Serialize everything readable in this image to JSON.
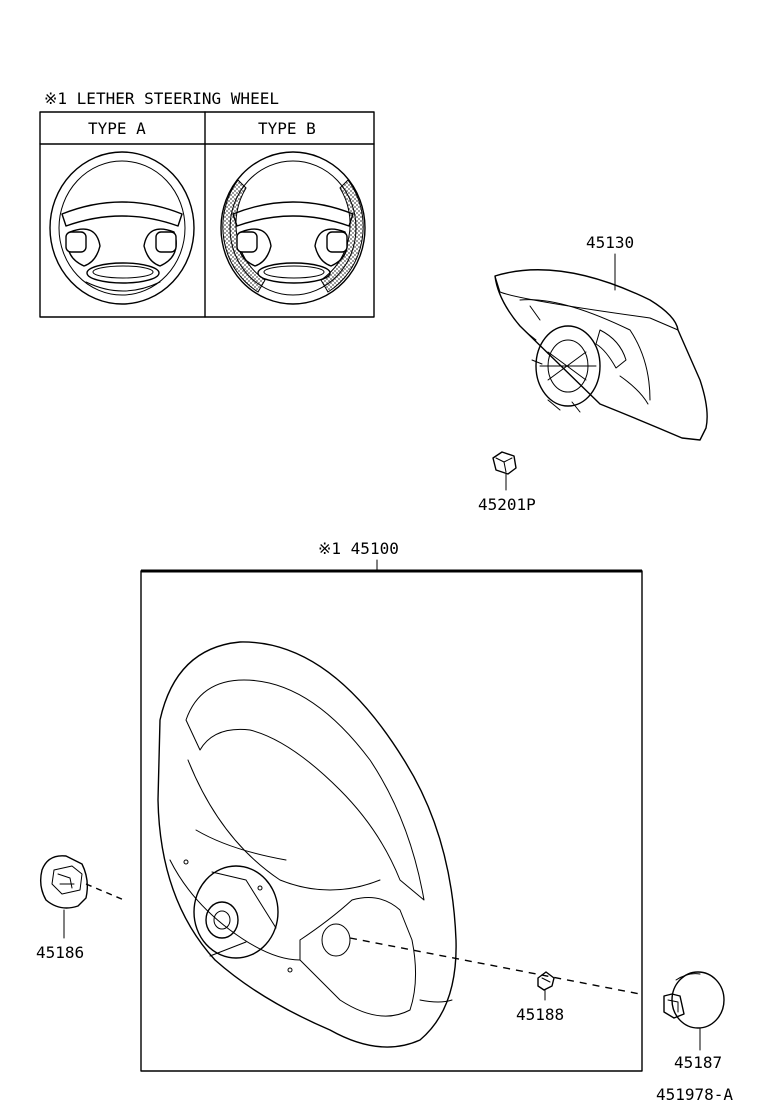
{
  "legend": {
    "title": "※1 LETHER STEERING WHEEL",
    "type_a": "TYPE A",
    "type_b": "TYPE B"
  },
  "parts": {
    "airbag_pad": "45130",
    "nut": "45201P",
    "steering_wheel": "※1 45100",
    "cover_left": "45186",
    "screw": "45188",
    "cover_right": "45187"
  },
  "figure_id": "451978-A",
  "colors": {
    "line": "#000000",
    "background": "#ffffff",
    "shading": "#9a9a9a"
  }
}
